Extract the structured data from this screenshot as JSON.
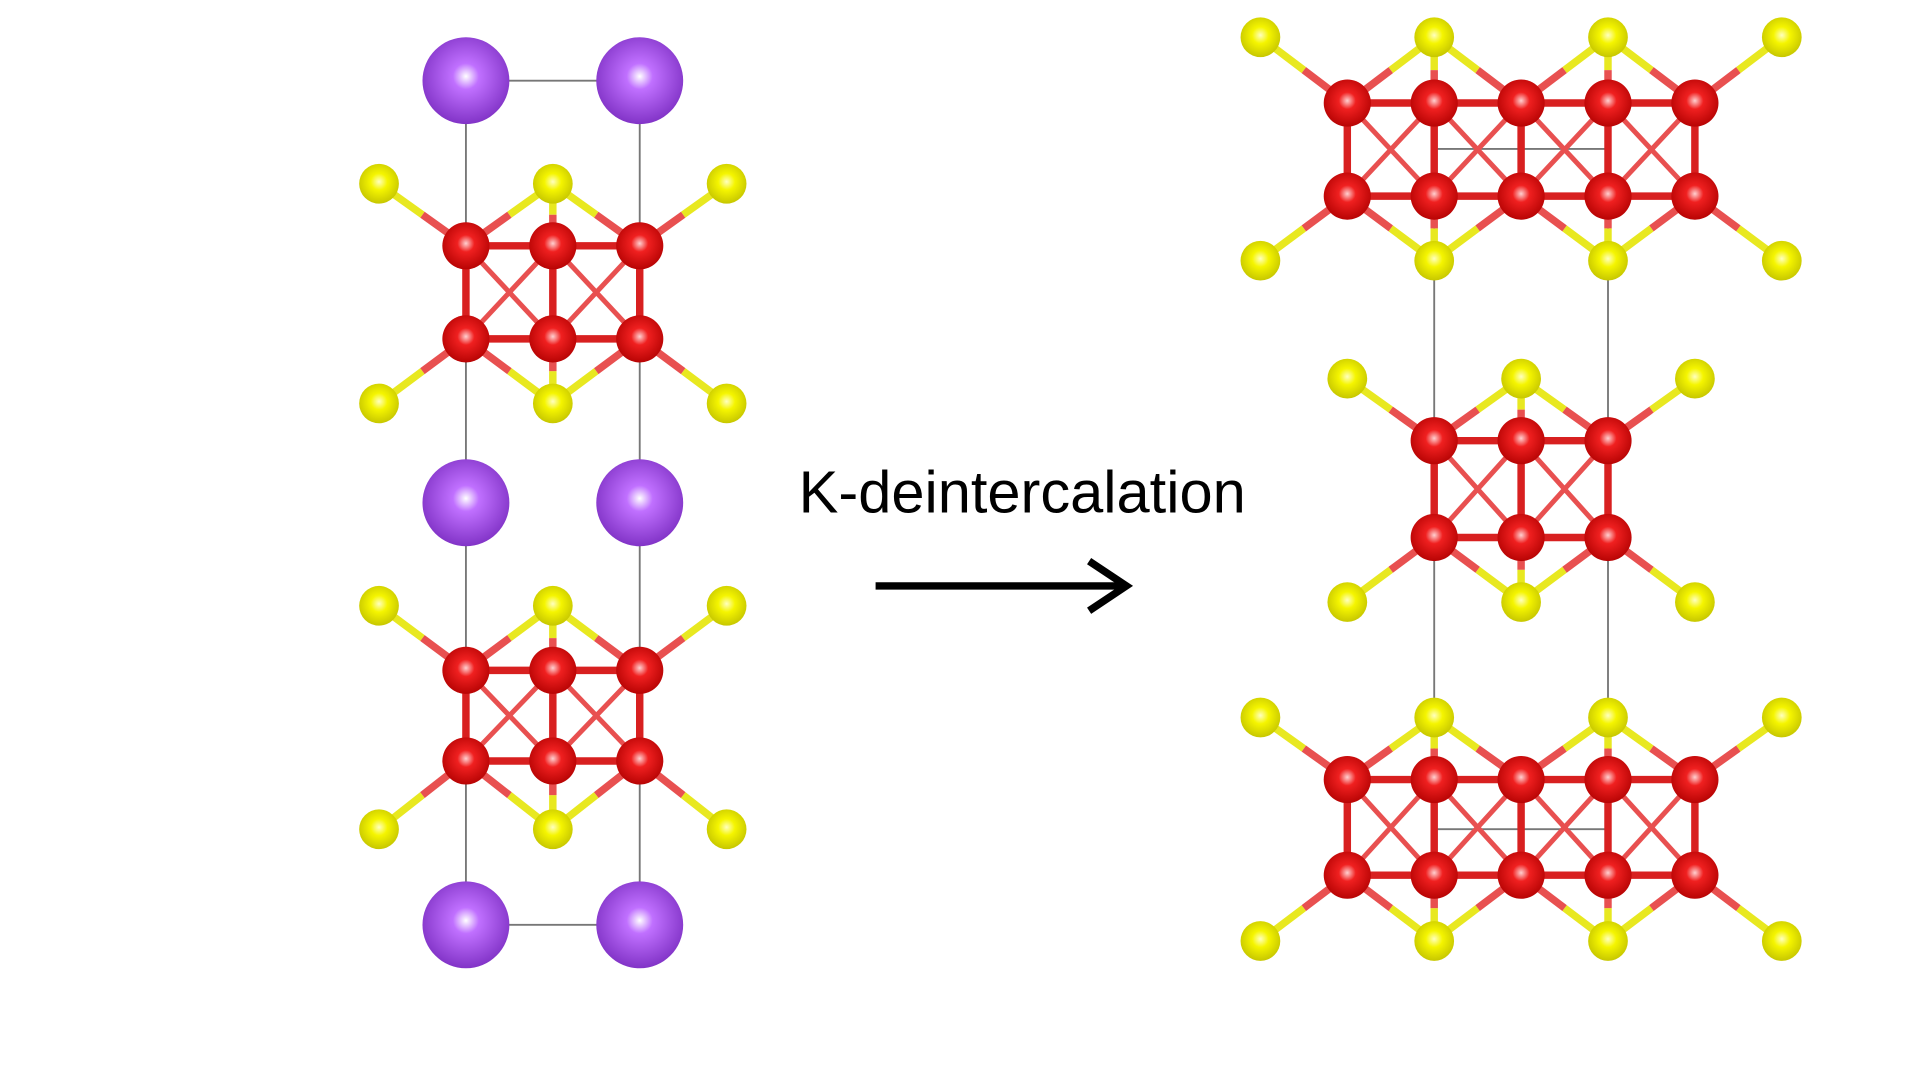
{
  "diagram": {
    "transition_label": "K-deintercalation",
    "colors": {
      "potassium": "#8a3ad0",
      "red_atom": "#e01010",
      "yellow_atom": "#f0f000",
      "bond_red": "#d82020",
      "bond_yellow": "#e8e820",
      "cell_line": "#777777",
      "arrow": "#000000"
    },
    "structures": [
      {
        "name": "before",
        "species": [
          "potassium",
          "red_atom",
          "yellow_atom"
        ]
      },
      {
        "name": "after",
        "species": [
          "red_atom",
          "yellow_atom"
        ]
      }
    ]
  }
}
